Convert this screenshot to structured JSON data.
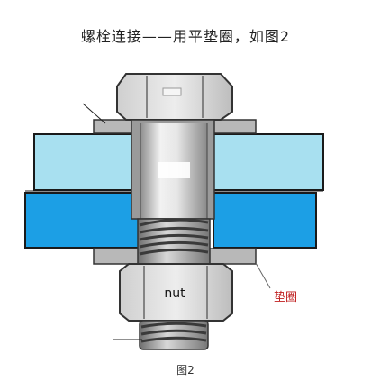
{
  "title": "螺栓连接——用平垫圈，如图2",
  "nut_label": "nut",
  "washer_label": "垫圈",
  "caption": "图2",
  "colors": {
    "plate_upper": "#A8E0F0",
    "plate_lower": "#1C9FE5",
    "outline": "#1a1a1a",
    "washer": "#b8b8b8",
    "metal": "#d0d0d0",
    "washer_label": "#c02020"
  }
}
